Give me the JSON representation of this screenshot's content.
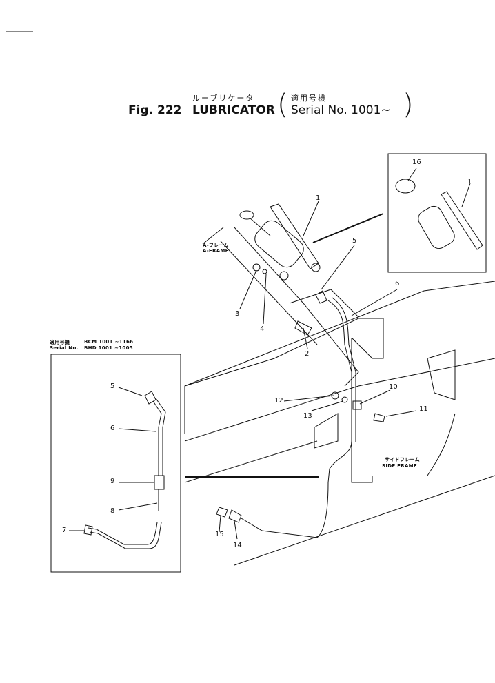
{
  "title": {
    "jp_name": "ルーブリケータ",
    "fig_number": "Fig. 222",
    "name": "LUBRICATOR",
    "applicable_jp": "適用号機",
    "serial_range": "Serial No. 1001~"
  },
  "labels": {
    "a_frame_jp": "A-フレーム",
    "a_frame_en": "A-FRAME",
    "side_frame_jp": "サイドフレーム",
    "side_frame_en": "SIDE FRAME"
  },
  "inset_note": {
    "jp": "適用号機",
    "model_1": "BCM 1001 ~1166",
    "serial_prefix": "Serial No.",
    "model_2": "BHD 1001 ~1005"
  },
  "callouts": {
    "main": [
      "1",
      "2",
      "3",
      "4",
      "5",
      "6",
      "10",
      "11",
      "12",
      "13",
      "14",
      "15"
    ],
    "detail": [
      "16",
      "1"
    ],
    "inset": [
      "5",
      "6",
      "9",
      "8",
      "7"
    ]
  },
  "colors": {
    "ink": "#111111",
    "paper": "#ffffff"
  }
}
